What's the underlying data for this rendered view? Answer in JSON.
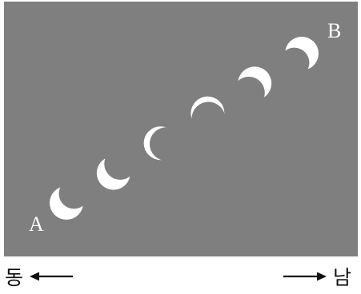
{
  "points": {
    "start": "A",
    "end": "B"
  },
  "directions": {
    "left": "동",
    "right": "남"
  },
  "colors": {
    "sky": "#7f7f7f",
    "sun": "#ffffff",
    "text": "#111111"
  },
  "phases": [
    {
      "shadow_dx": 0.45,
      "shadow_dy": -0.55,
      "shadow_r": 0.9
    },
    {
      "shadow_dx": 0.4,
      "shadow_dy": -0.55,
      "shadow_r": 0.95
    },
    {
      "shadow_dx": 0.35,
      "shadow_dy": 0.05,
      "shadow_r": 1.0
    },
    {
      "shadow_dx": 0.05,
      "shadow_dy": 0.32,
      "shadow_r": 1.0
    },
    {
      "shadow_dx": -0.35,
      "shadow_dy": 0.55,
      "shadow_r": 0.95
    },
    {
      "shadow_dx": -0.45,
      "shadow_dy": 0.55,
      "shadow_r": 0.9
    }
  ]
}
